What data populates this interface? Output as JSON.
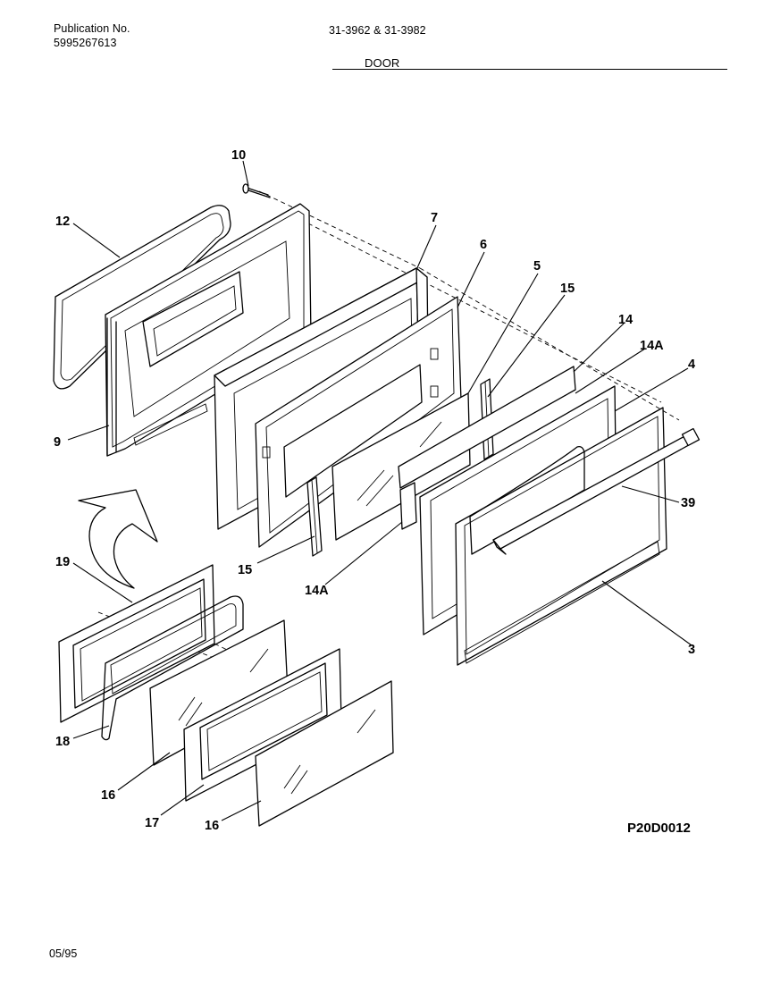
{
  "header": {
    "publication_label": "Publication No.",
    "publication_number": "5995267613",
    "models": "31-3962 & 31-3982",
    "section_title": "DOOR"
  },
  "footer": {
    "drawing_code": "P20D0012",
    "date_code": "05/95"
  },
  "callouts": [
    "10",
    "12",
    "7",
    "6",
    "5",
    "15",
    "14",
    "14A",
    "4",
    "9",
    "39",
    "19",
    "15",
    "14A",
    "3",
    "18",
    "16",
    "17",
    "16"
  ]
}
